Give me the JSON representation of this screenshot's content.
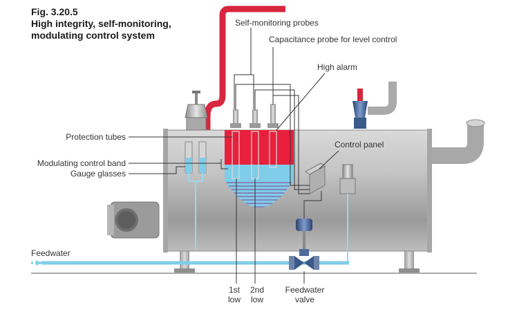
{
  "figure": {
    "number": "Fig. 3.20.5",
    "title_line1": "High integrity, self-monitoring,",
    "title_line2": "modulating control system"
  },
  "labels": {
    "self_monitoring_probes": "Self-monitoring probes",
    "capacitance_probe": "Capacitance probe for level control",
    "high_alarm": "High alarm",
    "control_panel": "Control panel",
    "protection_tubes": "Protection tubes",
    "modulating_control_band": "Modulating control band",
    "gauge_glasses": "Gauge glasses",
    "feedwater": "Feedwater",
    "first_low_1": "1st",
    "first_low_2": "low",
    "second_low_1": "2nd",
    "second_low_2": "low",
    "feedwater_valve_1": "Feedwater",
    "feedwater_valve_2": "valve"
  },
  "colors": {
    "steam_pipe": "#d7263d",
    "water": "#7fcde8",
    "water_line": "#9ad6ee",
    "steam_space": "#e8203c",
    "boiler_body": "#bfbfbf",
    "leader_lines": "#444444",
    "valve_blue": "#3b5a8a"
  }
}
